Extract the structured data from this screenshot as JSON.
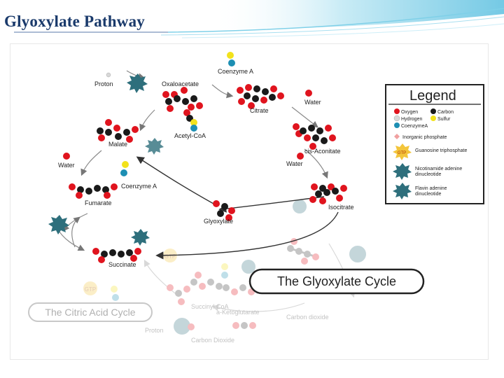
{
  "slide": {
    "title": "Glyoxylate Pathway"
  },
  "diagram": {
    "molecules": {
      "proton_top": "Proton",
      "oxaloacetate": "Oxaloacetate",
      "coenzyme_a_top": "Coenzyme A",
      "citrate": "Citrate",
      "water_top": "Water",
      "acetyl_coa": "Acetyl-CoA",
      "cis_aconitate": "cis-Aconitate",
      "malate": "Malate",
      "water_left": "Water",
      "water_mid": "Water",
      "coenzyme_a_mid": "Coenzyme A",
      "fumarate": "Fumarate",
      "isocitrate": "Isocitrate",
      "glyoxylate": "Glyoxylate",
      "succinate": "Succinate",
      "succinyl_coa": "Succinyl CoA",
      "a_ketoglutarate": "a-Ketoglutarate",
      "carbon_dioxide_right": "Carbon dioxide",
      "proton_bottom": "Proton",
      "carbon_dioxide_bottom": "Carbon Dioxide"
    },
    "cycle_labels": {
      "glyoxylate_cycle": "The Glyoxylate Cycle",
      "citric_acid_cycle": "The Citric Acid Cycle"
    },
    "badges": {
      "gtp": "GTP",
      "nadh": "NADH",
      "fadh": "FADH"
    }
  },
  "legend": {
    "title": "Legend",
    "oxygen": "Oxygen",
    "carbon": "Carbon",
    "hydrogen": "Hydrogen",
    "sulfur": "Sulfur",
    "coenzyme_a": "CoenzymeA",
    "inorganic_phosphate": "Inorganic phosphate",
    "gtp_label": "Guanosine triphosphate",
    "nad_line1": "Nicotinamide adenine",
    "nad_line2": "dinucleotide",
    "fad_line1": "Flavin adenine",
    "fad_line2": "dinucleotide"
  },
  "colors": {
    "title": "#1a3a6b",
    "oxygen": "#e0141e",
    "carbon": "#1a1a1a",
    "hydrogen": "#d8d8d8",
    "sulfur": "#f2e21c",
    "coenzyme_a": "#1d8fb3",
    "star_teal": "#2e6f7c",
    "gtp_yellow": "#f3c53b",
    "phosphate_pink": "#f0a0a0",
    "arrow": "#8a8a8a",
    "header_swoosh": "#7fd0e8"
  }
}
